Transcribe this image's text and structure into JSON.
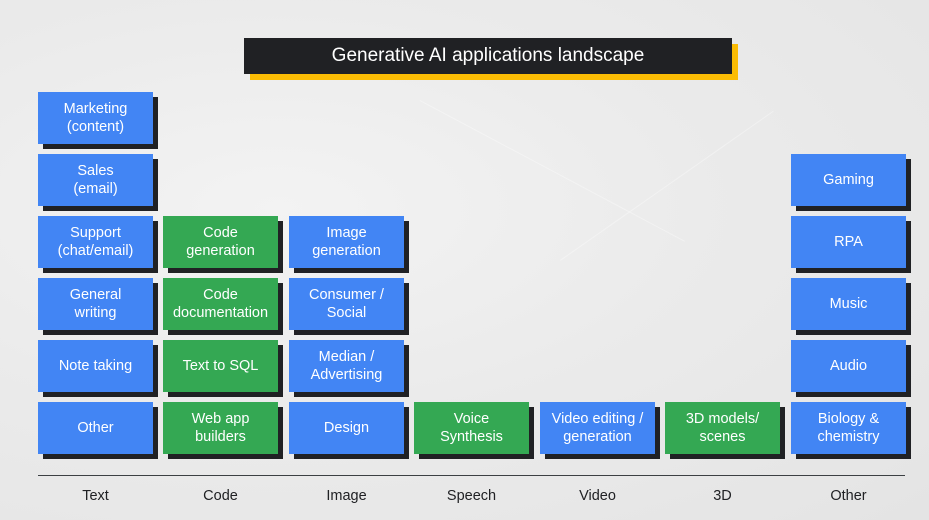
{
  "title": "Generative AI applications landscape",
  "colors": {
    "title_bg": "#202124",
    "title_accent": "#fbbc04",
    "tile_blue": "#4285f4",
    "tile_green": "#34a853",
    "tile_shadow": "#202124"
  },
  "categories": [
    {
      "label": "Text",
      "items": [
        {
          "label": "Marketing\n(content)",
          "color": "blue"
        },
        {
          "label": "Sales\n(email)",
          "color": "blue"
        },
        {
          "label": "Support\n(chat/email)",
          "color": "blue"
        },
        {
          "label": "General\nwriting",
          "color": "blue"
        },
        {
          "label": "Note taking",
          "color": "blue"
        },
        {
          "label": "Other",
          "color": "blue"
        }
      ]
    },
    {
      "label": "Code",
      "items": [
        {
          "label": "Code\ngeneration",
          "color": "green"
        },
        {
          "label": "Code\ndocumentation",
          "color": "green"
        },
        {
          "label": "Text to SQL",
          "color": "green"
        },
        {
          "label": "Web app\nbuilders",
          "color": "green"
        }
      ]
    },
    {
      "label": "Image",
      "items": [
        {
          "label": "Image\ngeneration",
          "color": "blue"
        },
        {
          "label": "Consumer /\nSocial",
          "color": "blue"
        },
        {
          "label": "Median /\nAdvertising",
          "color": "blue"
        },
        {
          "label": "Design",
          "color": "blue"
        }
      ]
    },
    {
      "label": "Speech",
      "items": [
        {
          "label": "Voice\nSynthesis",
          "color": "green"
        }
      ]
    },
    {
      "label": "Video",
      "items": [
        {
          "label": "Video editing /\ngeneration",
          "color": "blue"
        }
      ]
    },
    {
      "label": "3D",
      "items": [
        {
          "label": "3D models/\nscenes",
          "color": "green"
        }
      ]
    },
    {
      "label": "Other",
      "items": [
        {
          "label": "Gaming",
          "color": "blue"
        },
        {
          "label": "RPA",
          "color": "blue"
        },
        {
          "label": "Music",
          "color": "blue"
        },
        {
          "label": "Audio",
          "color": "blue"
        },
        {
          "label": "Biology &\nchemistry",
          "color": "blue"
        }
      ]
    }
  ]
}
